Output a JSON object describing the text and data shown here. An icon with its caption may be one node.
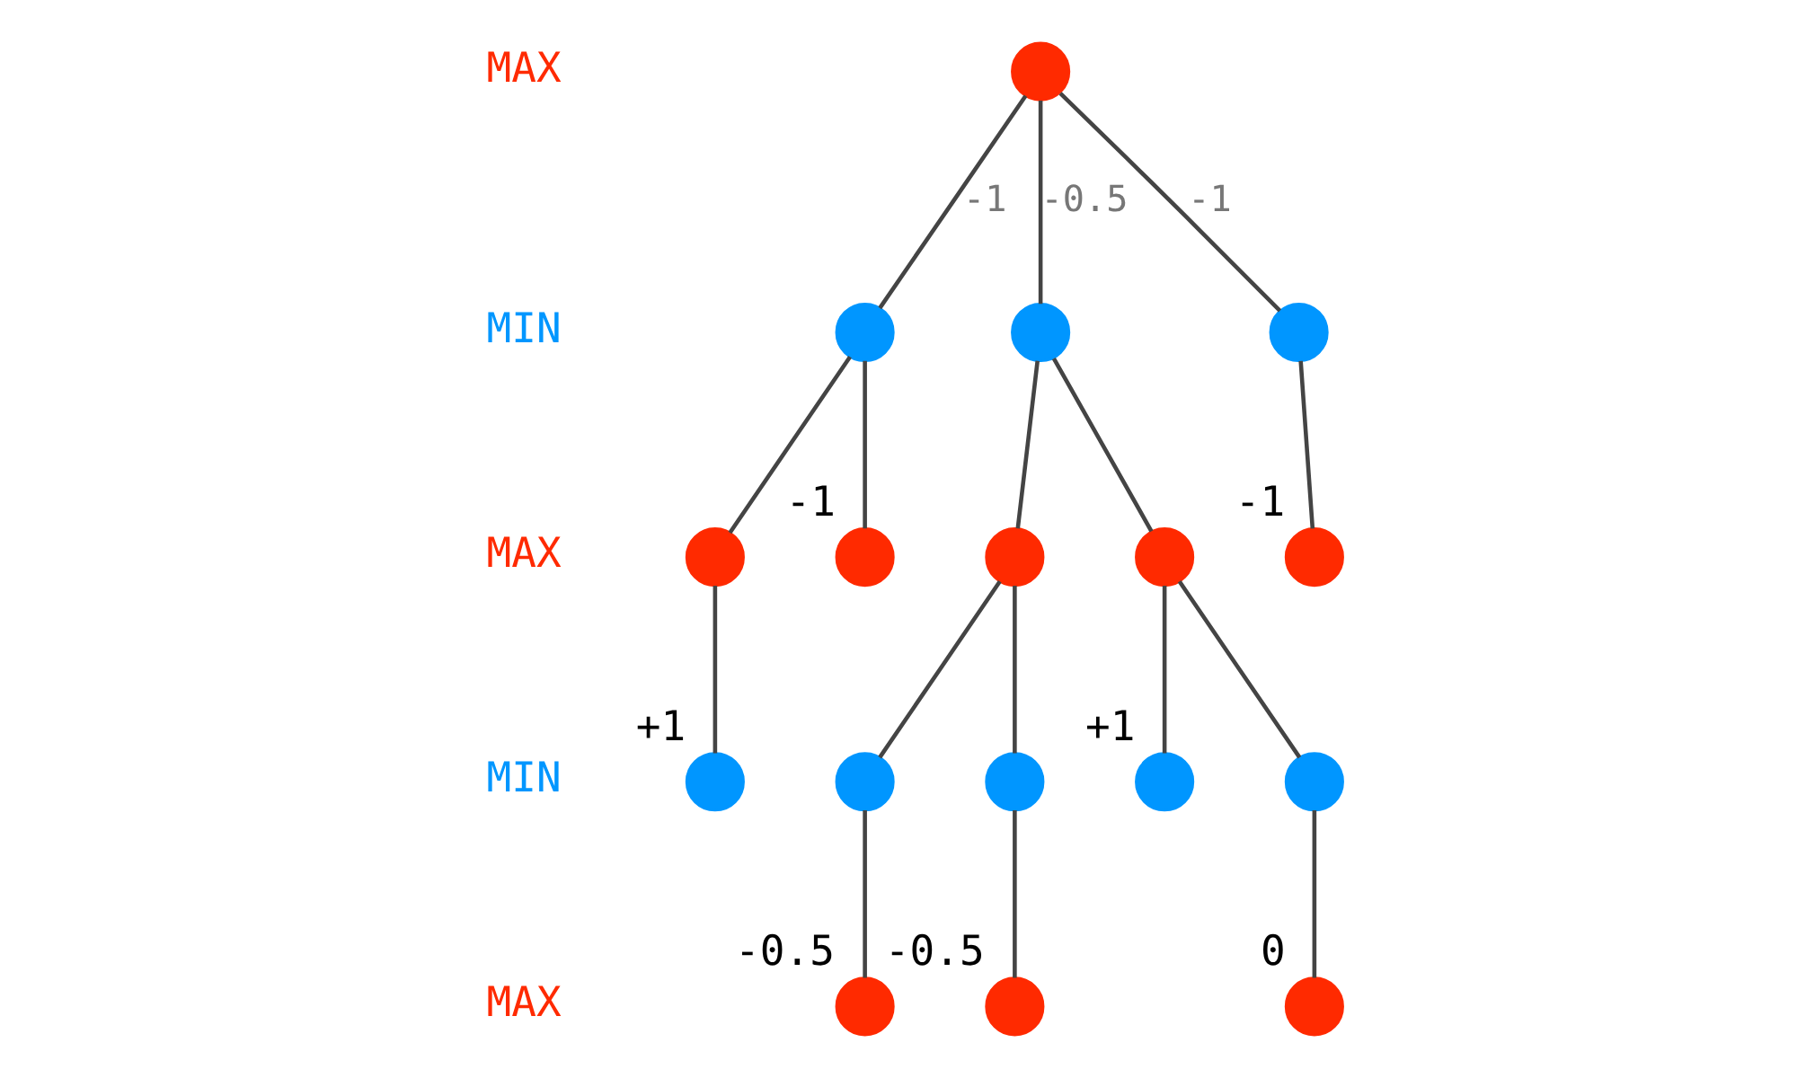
{
  "diagram": {
    "nodes": [
      {
        "text": [],
        "shape": "circle"
      },
      {
        "text": [],
        "shape": "circle"
      },
      {
        "text": [],
        "shape": "circle"
      },
      {
        "text": [],
        "shape": "circle"
      },
      {
        "text": [],
        "shape": "circle"
      },
      {
        "text": [],
        "shape": "circle",
        "beside": [
          "-1"
        ]
      },
      {
        "text": [],
        "shape": "circle"
      },
      {
        "text": [],
        "shape": "circle"
      },
      {
        "text": [],
        "shape": "circle",
        "beside": [
          "-1"
        ]
      },
      {
        "text": [],
        "shape": "circle",
        "beside": [
          "+1"
        ]
      },
      {
        "text": [],
        "shape": "circle"
      },
      {
        "text": [],
        "shape": "circle"
      },
      {
        "text": [],
        "shape": "circle",
        "beside": [
          "+1"
        ]
      },
      {
        "text": [],
        "shape": "circle"
      },
      {
        "text": [],
        "shape": "circle",
        "beside": [
          "-0.5"
        ]
      },
      {
        "text": [],
        "shape": "circle",
        "beside": [
          "-0.5"
        ]
      },
      {
        "text": [],
        "shape": "circle",
        "beside": [
          "0"
        ]
      }
    ],
    "edges": [
      {
        "from": 0,
        "to": 1,
        "arrow": "none",
        "label": "-1"
      },
      {
        "from": 0,
        "to": 2,
        "arrow": "none",
        "label": "-0.5"
      },
      {
        "from": 0,
        "to": 3,
        "arrow": "none",
        "label": "-1"
      },
      {
        "from": 1,
        "to": 4,
        "arrow": "none"
      },
      {
        "from": 1,
        "to": 5,
        "arrow": "none"
      },
      {
        "from": 2,
        "to": 6,
        "arrow": "none"
      },
      {
        "from": 2,
        "to": 7,
        "arrow": "none"
      },
      {
        "from": 3,
        "to": 8,
        "arrow": "none"
      },
      {
        "from": 4,
        "to": 9,
        "arrow": "none"
      },
      {
        "from": 6,
        "to": 10,
        "arrow": "none"
      },
      {
        "from": 6,
        "to": 11,
        "arrow": "none"
      },
      {
        "from": 7,
        "to": 12,
        "arrow": "none"
      },
      {
        "from": 7,
        "to": 13,
        "arrow": "none"
      },
      {
        "from": 10,
        "to": 14,
        "arrow": "none"
      },
      {
        "from": 11,
        "to": 15,
        "arrow": "none"
      },
      {
        "from": 13,
        "to": 16,
        "arrow": "none"
      }
    ],
    "labels": [
      "MAX",
      "MIN",
      "MAX",
      "MIN",
      "MAX"
    ]
  }
}
